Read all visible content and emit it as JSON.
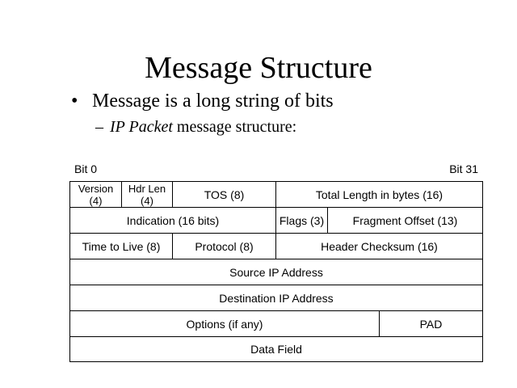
{
  "slide": {
    "title": "Message Structure",
    "bullet_marker": "•",
    "bullet": "Message is a long string of bits",
    "sub_dash": "–",
    "sub_italic": "IP Packet",
    "sub_rest": " message structure:",
    "bit_start": "Bit 0",
    "bit_end": "Bit 31"
  },
  "packet": {
    "version": "Version",
    "version_bits": "(4)",
    "hdr_len": "Hdr Len",
    "hdr_len_bits": "(4)",
    "tos": "TOS (8)",
    "total_length": "Total Length in bytes (16)",
    "indication": "Indication (16 bits)",
    "flags": "Flags (3)",
    "fragment_offset": "Fragment Offset (13)",
    "ttl": "Time to Live (8)",
    "protocol": "Protocol (8)",
    "checksum": "Header Checksum (16)",
    "source_ip": "Source IP Address",
    "dest_ip": "Destination IP Address",
    "options": "Options (if any)",
    "pad": "PAD",
    "data_field": "Data Field"
  }
}
